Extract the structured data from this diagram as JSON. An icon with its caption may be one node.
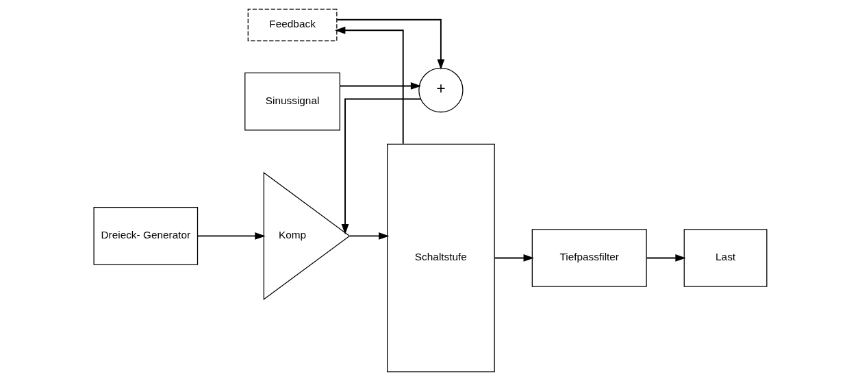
{
  "diagram": {
    "nodes": [
      {
        "text": [
          "Feedback"
        ]
      },
      {
        "text": [
          "Dreieck- Generator"
        ]
      },
      {
        "text": [
          "Sinussignal"
        ]
      },
      {
        "text": [
          "+"
        ]
      },
      {
        "text": [
          "Komp"
        ]
      },
      {
        "text": [
          "Schaltstufe"
        ]
      },
      {
        "text": [
          "Tiefpassfilter"
        ]
      },
      {
        "text": [
          "Last"
        ]
      }
    ],
    "edges": [
      {
        "from": 2,
        "to": 3,
        "arrow": "to"
      },
      {
        "from": 3,
        "to": 4,
        "arrow": "to"
      },
      {
        "from": 1,
        "to": 4,
        "arrow": "to"
      },
      {
        "from": 4,
        "to": 5,
        "arrow": "to"
      },
      {
        "from": 5,
        "to": 6,
        "arrow": "to"
      },
      {
        "from": 5,
        "to": 0,
        "arrow": "to"
      },
      {
        "from": 0,
        "to": 3,
        "arrow": "to"
      },
      {
        "from": 6,
        "to": 7,
        "arrow": "to"
      }
    ]
  }
}
